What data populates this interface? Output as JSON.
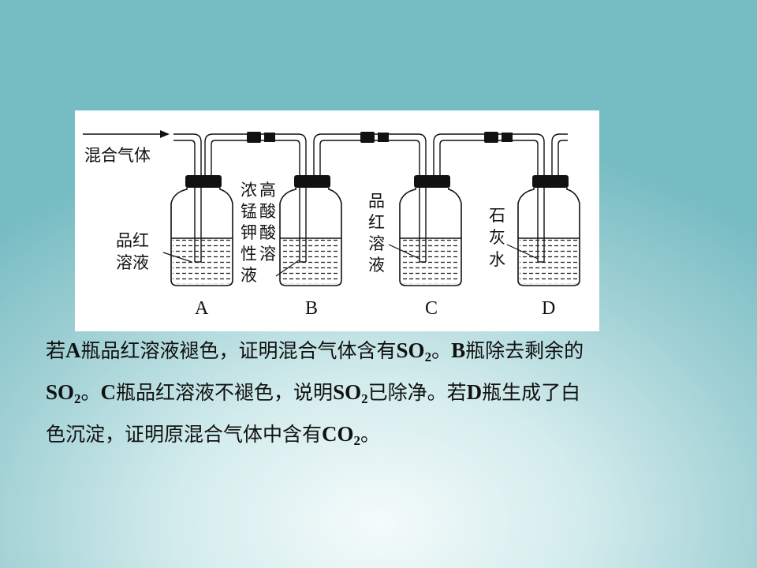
{
  "diagram": {
    "inlet_label": "混合气体",
    "bottles": [
      {
        "letter": "A",
        "reagent_lines": [
          "品红",
          "溶液"
        ]
      },
      {
        "letter": "B",
        "reagent_columns": [
          "浓",
          "高",
          "锰",
          "酸",
          "钾",
          "酸",
          "性",
          "溶",
          "液"
        ]
      },
      {
        "letter": "C",
        "reagent_lines": [
          "品",
          "红",
          "溶",
          "液"
        ]
      },
      {
        "letter": "D",
        "reagent_lines": [
          "石",
          "灰",
          "水"
        ]
      }
    ]
  },
  "explanation": {
    "l1": {
      "a": "若",
      "b": "A",
      "c": "瓶品红溶液褪色，证明混合气体含有",
      "d": "SO",
      "e": "2",
      "f": "。",
      "g": "B",
      "h": "瓶除去剩余的"
    },
    "l2": {
      "a": "SO",
      "b": "2",
      "c": "。",
      "d": "C",
      "e": "瓶品红溶液不褪色，说明",
      "f": "SO",
      "g": "2",
      "h": "已除净。若",
      "i": "D",
      "j": "瓶生成了白"
    },
    "l3": {
      "a": "色沉淀，证明原混合气体中含有",
      "b": "CO",
      "c": "2",
      "d": "。"
    }
  }
}
